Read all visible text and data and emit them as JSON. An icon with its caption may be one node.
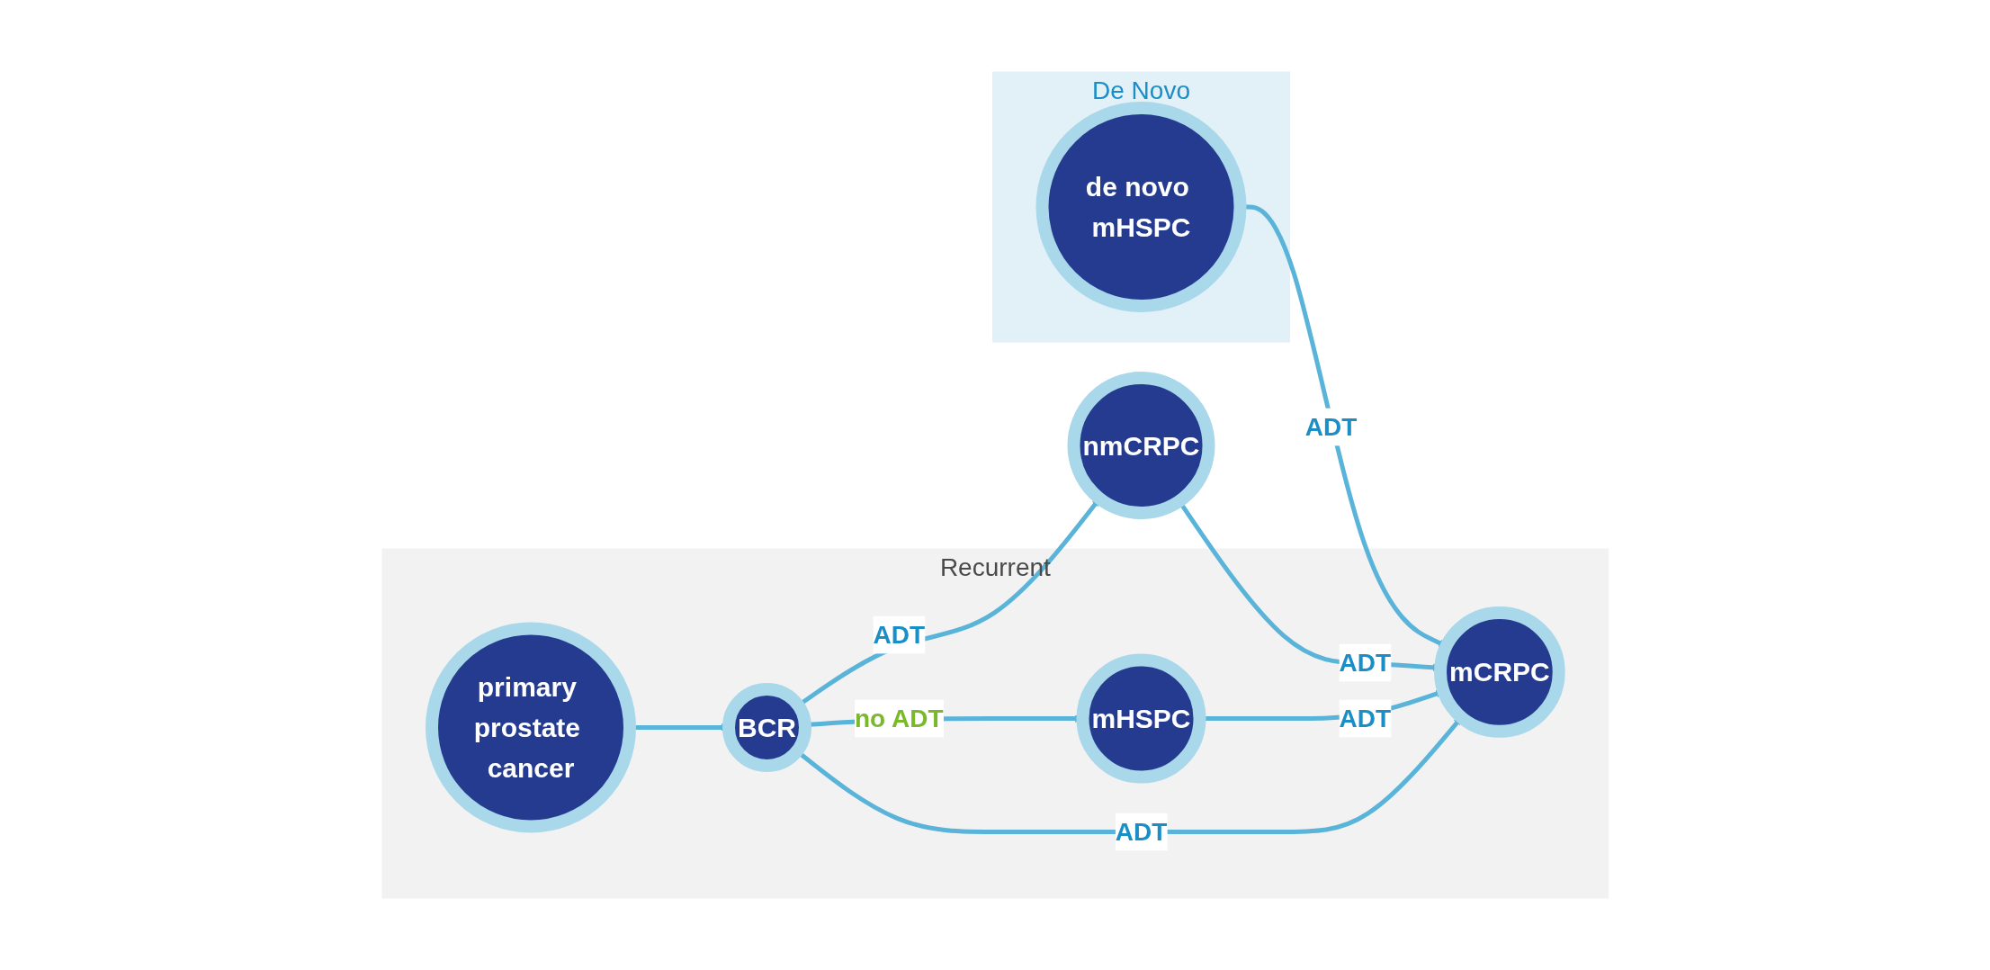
{
  "diagram": {
    "nodes": [
      {
        "text": [
          "Recurrent"
        ]
      },
      {
        "text": [
          "primary prostate cancer"
        ],
        "in": 0
      },
      {
        "text": [
          "BCR"
        ],
        "in": 0
      },
      {
        "text": [
          "nmCRPC"
        ]
      },
      {
        "text": [
          "mHSPC"
        ],
        "in": 0
      },
      {
        "text": [
          "mCRPC"
        ],
        "in": 0
      },
      {
        "text": [
          "De Novo"
        ]
      },
      {
        "text": [
          "de novo mHSPC"
        ],
        "in": 6
      }
    ],
    "edges": [
      {
        "from": 1,
        "to": 2,
        "arrow": "to"
      },
      {
        "from": 2,
        "to": 3,
        "label": "ADT",
        "arrow": "to"
      },
      {
        "from": 2,
        "to": 4,
        "label": "no ADT",
        "arrow": "to"
      },
      {
        "from": 2,
        "to": 5,
        "label": "ADT",
        "arrow": "to"
      },
      {
        "from": 3,
        "to": 5,
        "label": "ADT",
        "arrow": "to"
      },
      {
        "from": 4,
        "to": 5,
        "label": "ADT",
        "arrow": "to"
      },
      {
        "from": 7,
        "to": 5,
        "label": "ADT",
        "arrow": "to"
      }
    ]
  }
}
